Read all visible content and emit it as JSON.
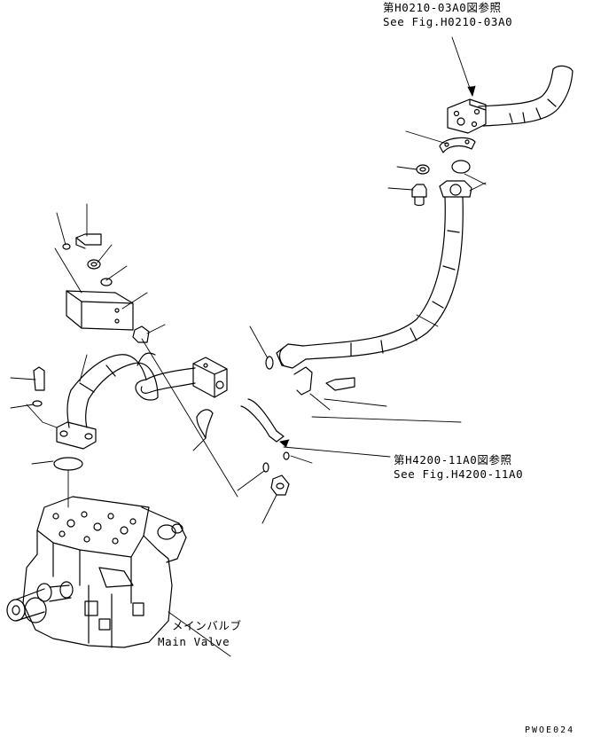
{
  "refs": {
    "top_ref_jp": "第H0210-03A0図参照",
    "top_ref_en": "See Fig.H0210-03A0",
    "right_ref_jp": "第H4200-11A0図参照",
    "right_ref_en": "See Fig.H4200-11A0"
  },
  "main_valve": {
    "label_jp": "メインバルブ",
    "label_en": "Main Valve"
  },
  "drawing_code": "PWOE024"
}
